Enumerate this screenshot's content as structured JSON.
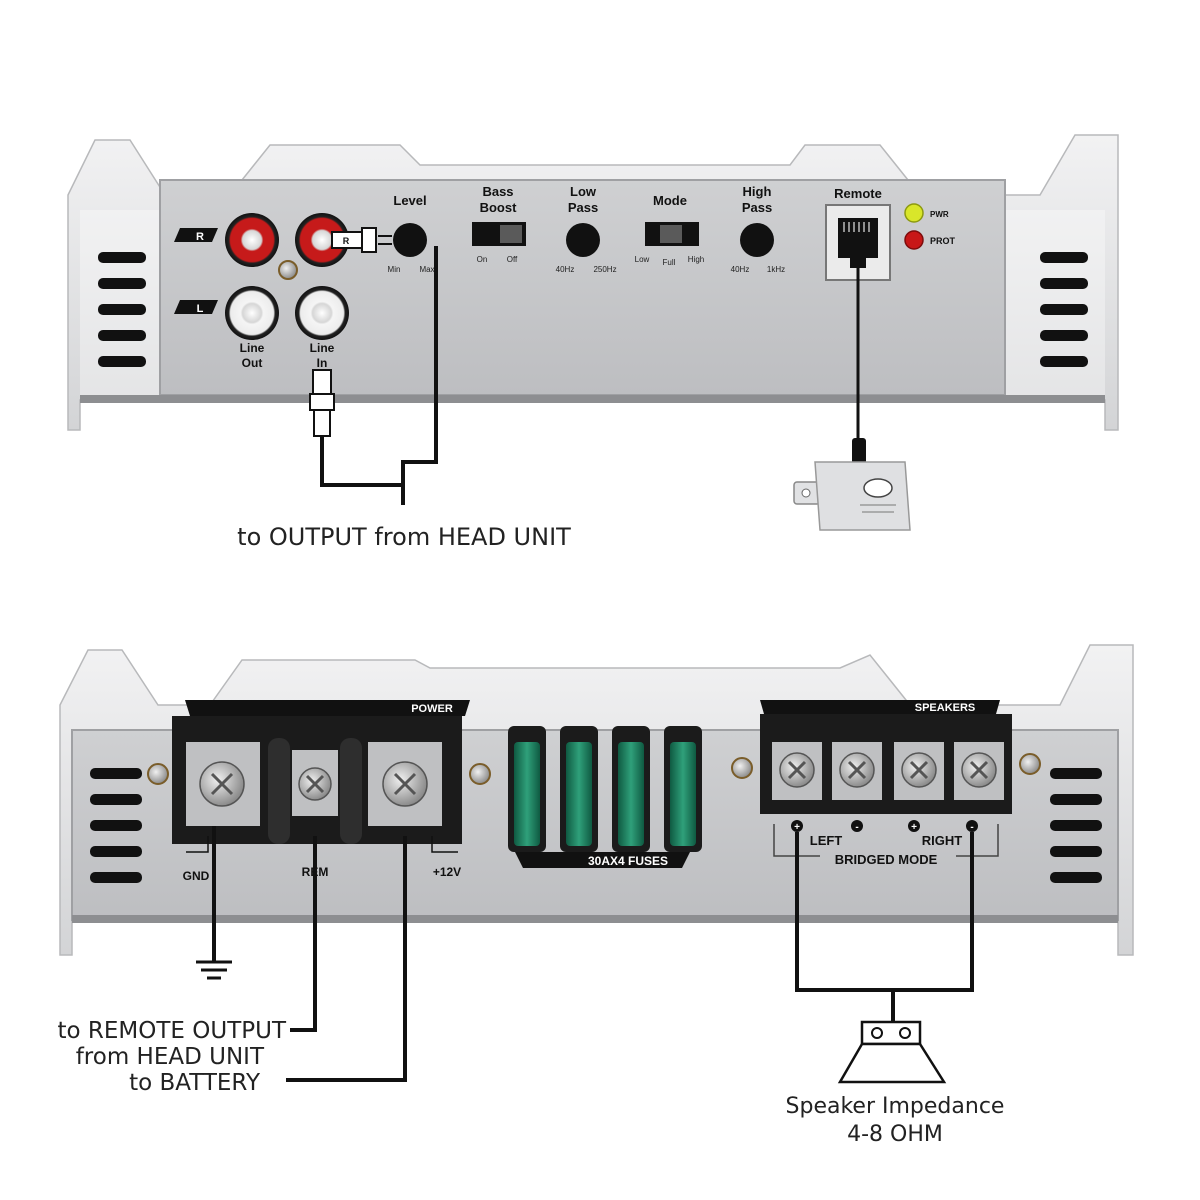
{
  "top_panel": {
    "channel_r": "R",
    "channel_l": "L",
    "line_out": [
      "Line",
      "Out"
    ],
    "line_in": [
      "Line",
      "In"
    ],
    "level": {
      "title": "Level",
      "min": "Min",
      "max": "Max"
    },
    "bass_boost": {
      "title": [
        "Bass",
        "Boost"
      ],
      "on": "On",
      "off": "Off"
    },
    "low_pass": {
      "title": [
        "Low",
        "Pass"
      ],
      "min": "40Hz",
      "max": "250Hz"
    },
    "mode": {
      "title": "Mode",
      "low": "Low",
      "full": "Full",
      "high": "High"
    },
    "high_pass": {
      "title": [
        "High",
        "Pass"
      ],
      "min": "40Hz",
      "max": "1kHz"
    },
    "remote": {
      "title": "Remote"
    },
    "pwr_led": "PWR",
    "prot_led": "PROT",
    "caption": "to OUTPUT from HEAD UNIT"
  },
  "bottom_panel": {
    "power_label": "POWER",
    "gnd": "GND",
    "rem": "REM",
    "plus12v": "+12V",
    "fuses_label": "30AX4 FUSES",
    "speakers_label": "SPEAKERS",
    "plus_sign": "+",
    "minus_sign": "-",
    "left": "LEFT",
    "right": "RIGHT",
    "bridged_mode": "BRIDGED MODE",
    "remote_caption": [
      "to REMOTE OUTPUT",
      "from HEAD UNIT"
    ],
    "battery_caption": "to BATTERY",
    "impedance_caption": [
      "Speaker Impedance",
      "4-8 OHM"
    ]
  },
  "colors": {
    "panel": "#c9cacc",
    "panel_dark": "#a9abae",
    "chassis": "#e9eaec",
    "terminal": "#1b1b1b",
    "fuse": "#1f7a5c",
    "rca_red": "#c61a1a",
    "led_green": "#d9e62a",
    "led_red": "#c81717"
  }
}
